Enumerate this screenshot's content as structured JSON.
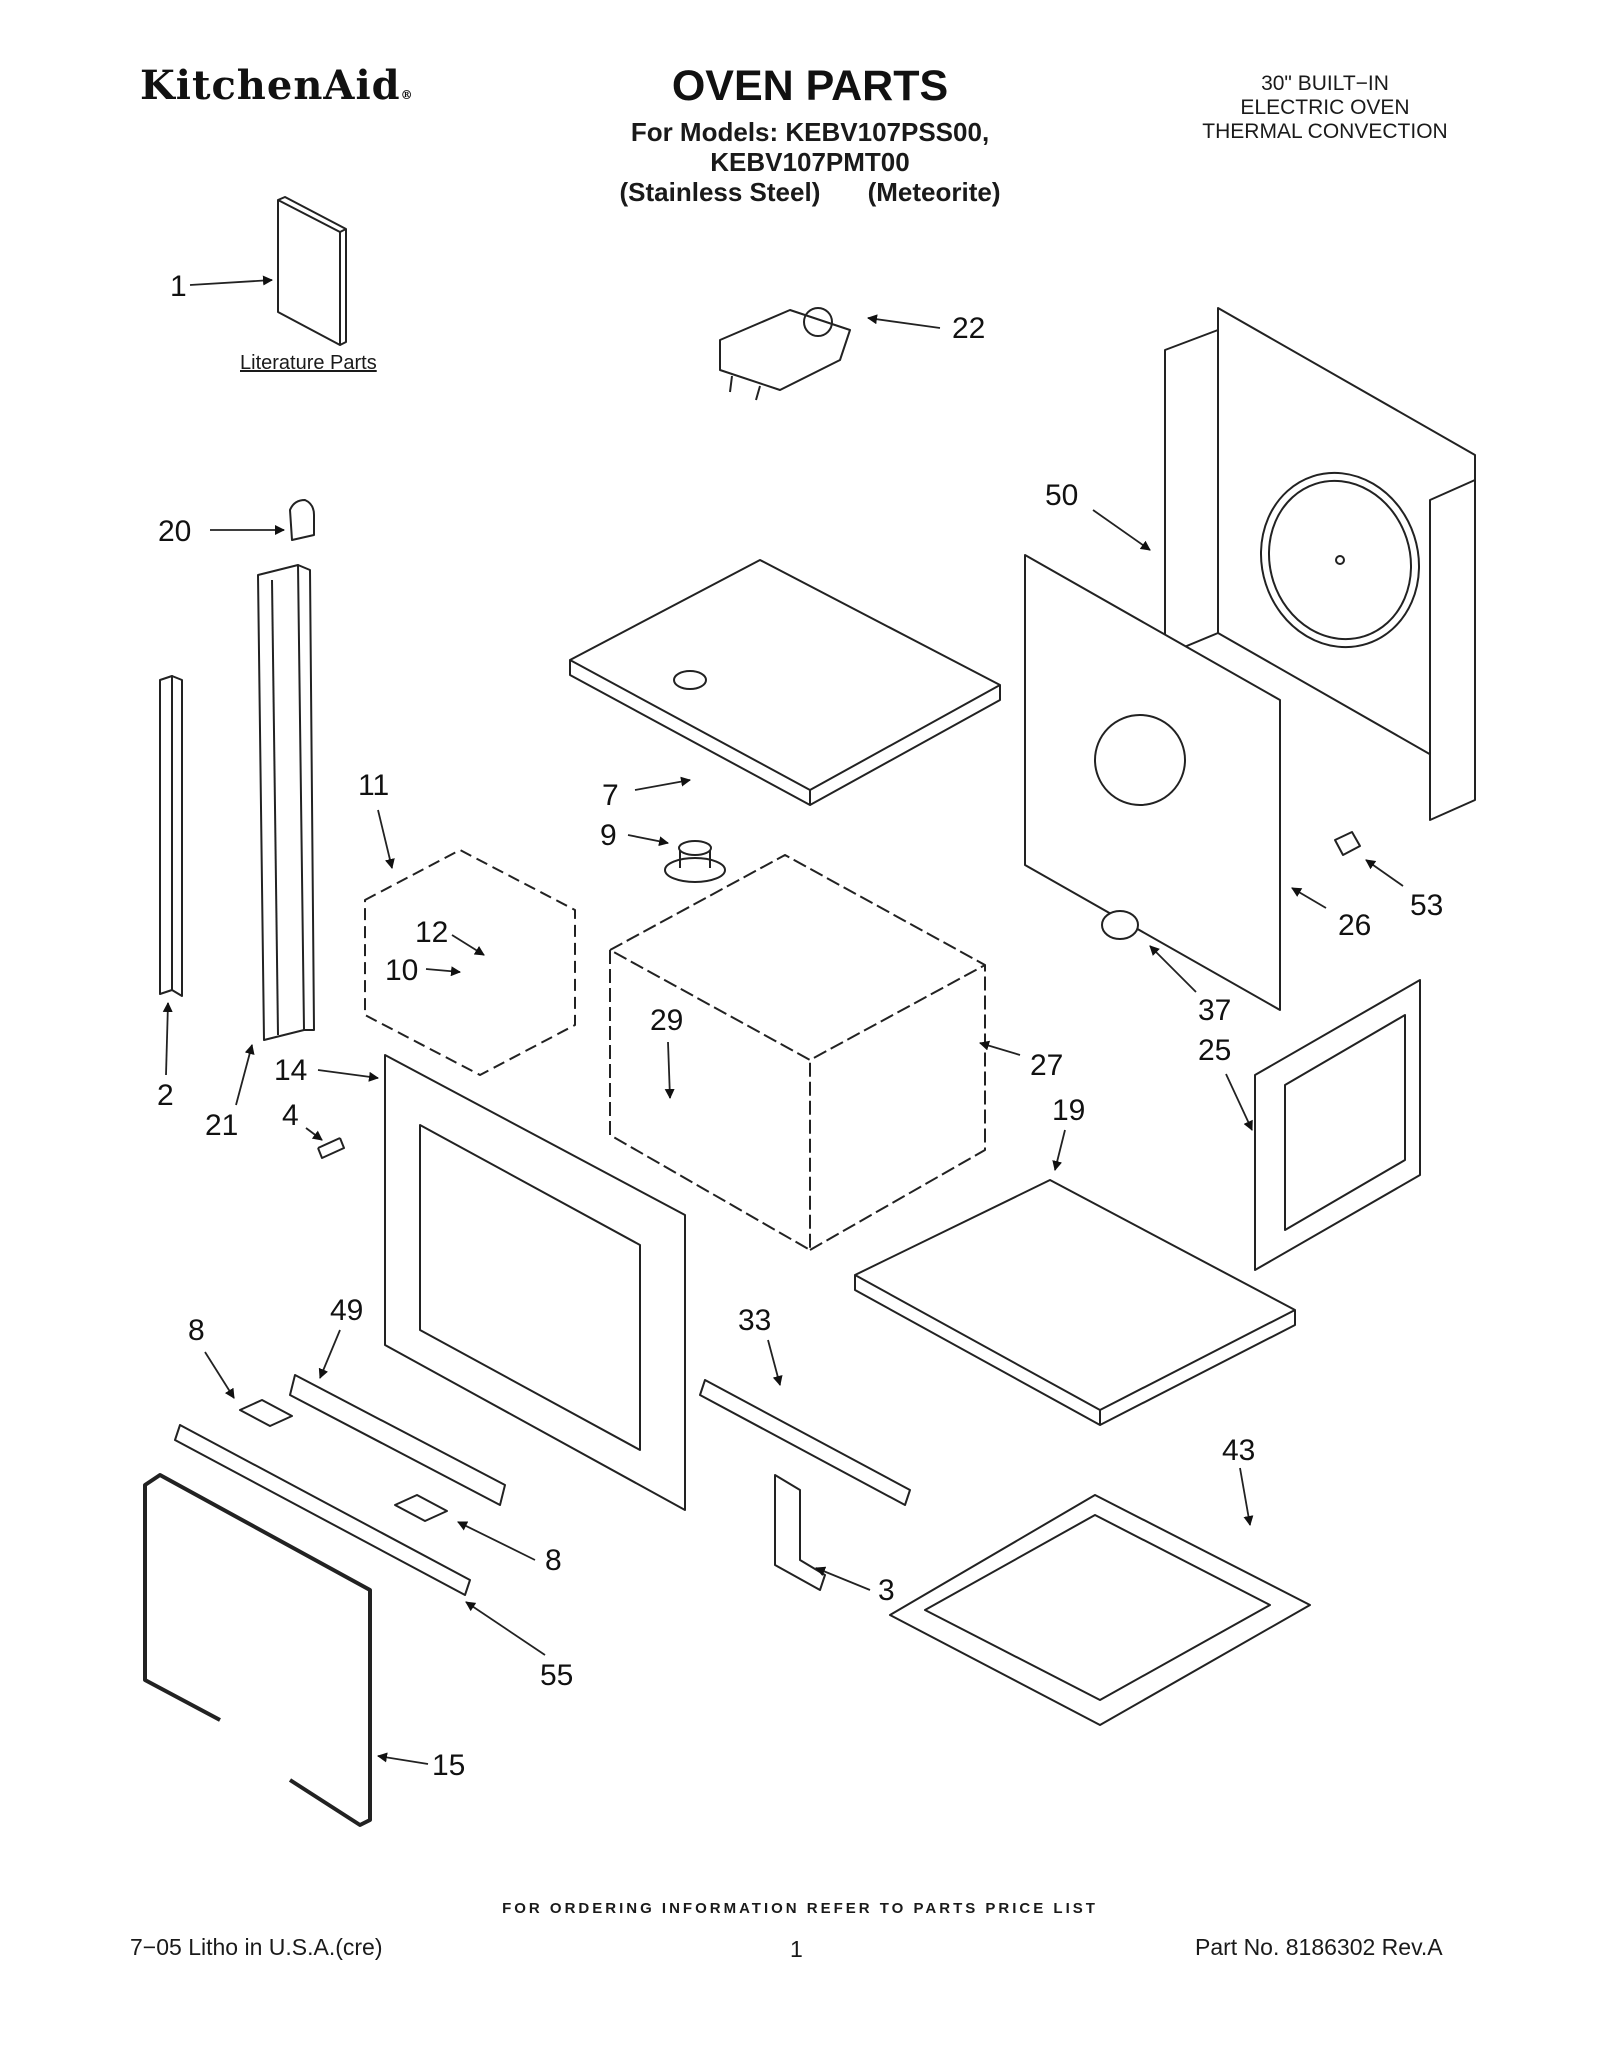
{
  "header": {
    "brand": "KitchenAid",
    "brand_mark": "®",
    "title": "OVEN PARTS",
    "models_line1": "For Models: KEBV107PSS00, KEBV107PMT00",
    "models_line2a": "(Stainless Steel)",
    "models_line2b": "(Meteorite)",
    "spec_line1": "30\" BUILT−IN",
    "spec_line2": "ELECTRIC OVEN",
    "spec_line3": "THERMAL CONVECTION"
  },
  "literature_label": "Literature Parts",
  "callouts": [
    "1",
    "22",
    "50",
    "20",
    "2",
    "21",
    "7",
    "9",
    "11",
    "12",
    "10",
    "14",
    "4",
    "29",
    "27",
    "19",
    "26",
    "53",
    "37",
    "25",
    "8",
    "49",
    "33",
    "43",
    "3",
    "55",
    "15"
  ],
  "callouts_dup_8": "8",
  "footer": {
    "ordering_note": "FOR ORDERING INFORMATION REFER TO PARTS PRICE LIST",
    "litho": "7−05 Litho in U.S.A.(cre)",
    "page_number": "1",
    "part_number": "Part No. 8186302 Rev.A"
  }
}
